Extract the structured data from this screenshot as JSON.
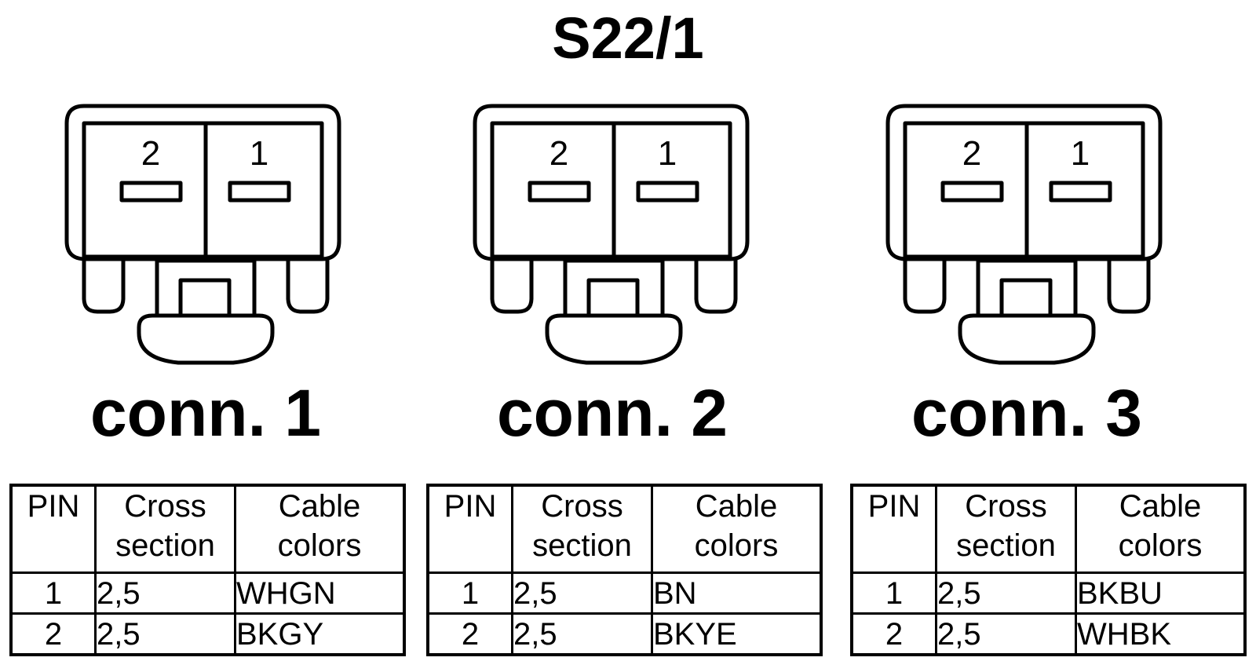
{
  "title": "S22/1",
  "table_headers": {
    "pin": "PIN",
    "cross_section": [
      "Cross",
      "section"
    ],
    "cable_colors": [
      "Cable",
      "colors"
    ]
  },
  "connectors": [
    {
      "label": "conn. 1",
      "pin_labels": [
        "2",
        "1"
      ],
      "rows": [
        {
          "pin": "1",
          "cross_section": "2,5",
          "color": "WHGN"
        },
        {
          "pin": "2",
          "cross_section": "2,5",
          "color": "BKGY"
        }
      ]
    },
    {
      "label": "conn. 2",
      "pin_labels": [
        "2",
        "1"
      ],
      "rows": [
        {
          "pin": "1",
          "cross_section": "2,5",
          "color": "BN"
        },
        {
          "pin": "2",
          "cross_section": "2,5",
          "color": "BKYE"
        }
      ]
    },
    {
      "label": "conn. 3",
      "pin_labels": [
        "2",
        "1"
      ],
      "rows": [
        {
          "pin": "1",
          "cross_section": "2,5",
          "color": "BKBU"
        },
        {
          "pin": "2",
          "cross_section": "2,5",
          "color": "WHBK"
        }
      ]
    }
  ]
}
